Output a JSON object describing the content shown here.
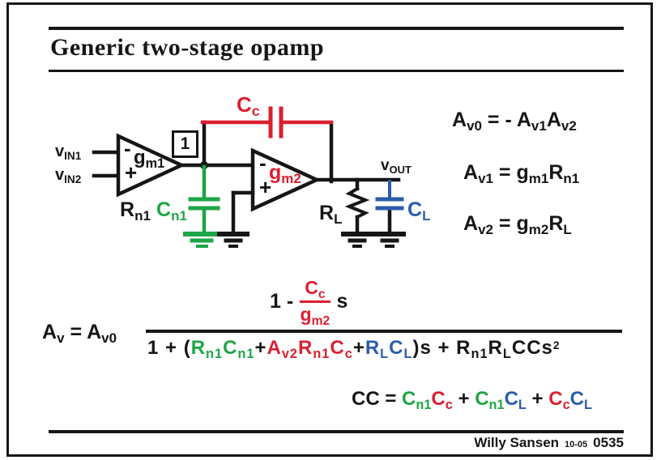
{
  "header": {
    "title": "Generic two-stage opamp"
  },
  "footer": {
    "author": "Willy Sansen",
    "date": "10-05",
    "number": "0535"
  },
  "colors": {
    "red": "#DB1F30",
    "green": "#1EA546",
    "blue": "#2B5CAB",
    "black": "#161616"
  },
  "circuit": {
    "labels": {
      "vin1": [
        {
          "t": "v",
          "s": "IN1"
        }
      ],
      "vin2": [
        {
          "t": "v",
          "s": "IN2"
        }
      ],
      "gm1": [
        {
          "t": "g",
          "s": "m1"
        }
      ],
      "gm2": [
        {
          "t": "g",
          "s": "m2",
          "c": "red"
        }
      ],
      "cc": [
        {
          "t": "C",
          "s": "c",
          "c": "red"
        }
      ],
      "rn1": [
        {
          "t": "R",
          "s": "n1"
        }
      ],
      "cn1": [
        {
          "t": "C",
          "s": "n1",
          "c": "green"
        }
      ],
      "rl": [
        {
          "t": "R",
          "s": "L"
        }
      ],
      "cl": [
        {
          "t": "C",
          "s": "L",
          "c": "blue"
        }
      ],
      "vout": [
        {
          "t": "v",
          "s": "OUT"
        }
      ],
      "node1": "1",
      "minus": "-",
      "plus": "+"
    }
  },
  "equations": {
    "av0": [
      {
        "t": "A",
        "s": "v0"
      },
      {
        "t": " = - "
      },
      {
        "t": "A",
        "s": "v1"
      },
      {
        "t": "A",
        "s": "v2"
      }
    ],
    "av1": [
      {
        "t": "A",
        "s": "v1"
      },
      {
        "t": " = "
      },
      {
        "t": "g",
        "s": "m1"
      },
      {
        "t": "R",
        "s": "n1"
      }
    ],
    "av2": [
      {
        "t": "A",
        "s": "v2"
      },
      {
        "t": " = "
      },
      {
        "t": "g",
        "s": "m2"
      },
      {
        "t": "R",
        "s": "L"
      }
    ],
    "lhs": [
      {
        "t": "A",
        "s": "v"
      },
      {
        "t": " = "
      },
      {
        "t": "A",
        "s": "v0"
      }
    ],
    "num_pre": "1 -",
    "num_top": [
      {
        "t": "C",
        "s": "c",
        "c": "red"
      }
    ],
    "num_bot": [
      {
        "t": "g",
        "s": "m2",
        "c": "red"
      }
    ],
    "num_post": "s",
    "den": [
      {
        "t": "1 + ("
      },
      {
        "t": "R",
        "s": "n1",
        "c": "green"
      },
      {
        "t": "C",
        "s": "n1",
        "c": "green"
      },
      {
        "t": "+"
      },
      {
        "t": "A",
        "s": "v2",
        "c": "red"
      },
      {
        "t": "R",
        "s": "n1",
        "c": "red"
      },
      {
        "t": "C",
        "s": "c",
        "c": "red"
      },
      {
        "t": "+"
      },
      {
        "t": "R",
        "s": "L",
        "c": "blue"
      },
      {
        "t": "C",
        "s": "L",
        "c": "blue"
      },
      {
        "t": ")s + "
      },
      {
        "t": "R",
        "s": "n1"
      },
      {
        "t": "R",
        "s": "L"
      },
      {
        "t": "CCs",
        "p": "2"
      }
    ],
    "cc": [
      {
        "t": "CC = "
      },
      {
        "t": "C",
        "s": "n1",
        "c": "green"
      },
      {
        "t": "C",
        "s": "c",
        "c": "red"
      },
      {
        "t": " + "
      },
      {
        "t": "C",
        "s": "n1",
        "c": "green"
      },
      {
        "t": "C",
        "s": "L",
        "c": "blue"
      },
      {
        "t": " + "
      },
      {
        "t": "C",
        "s": "c",
        "c": "red"
      },
      {
        "t": "C",
        "s": "L",
        "c": "blue"
      }
    ]
  }
}
